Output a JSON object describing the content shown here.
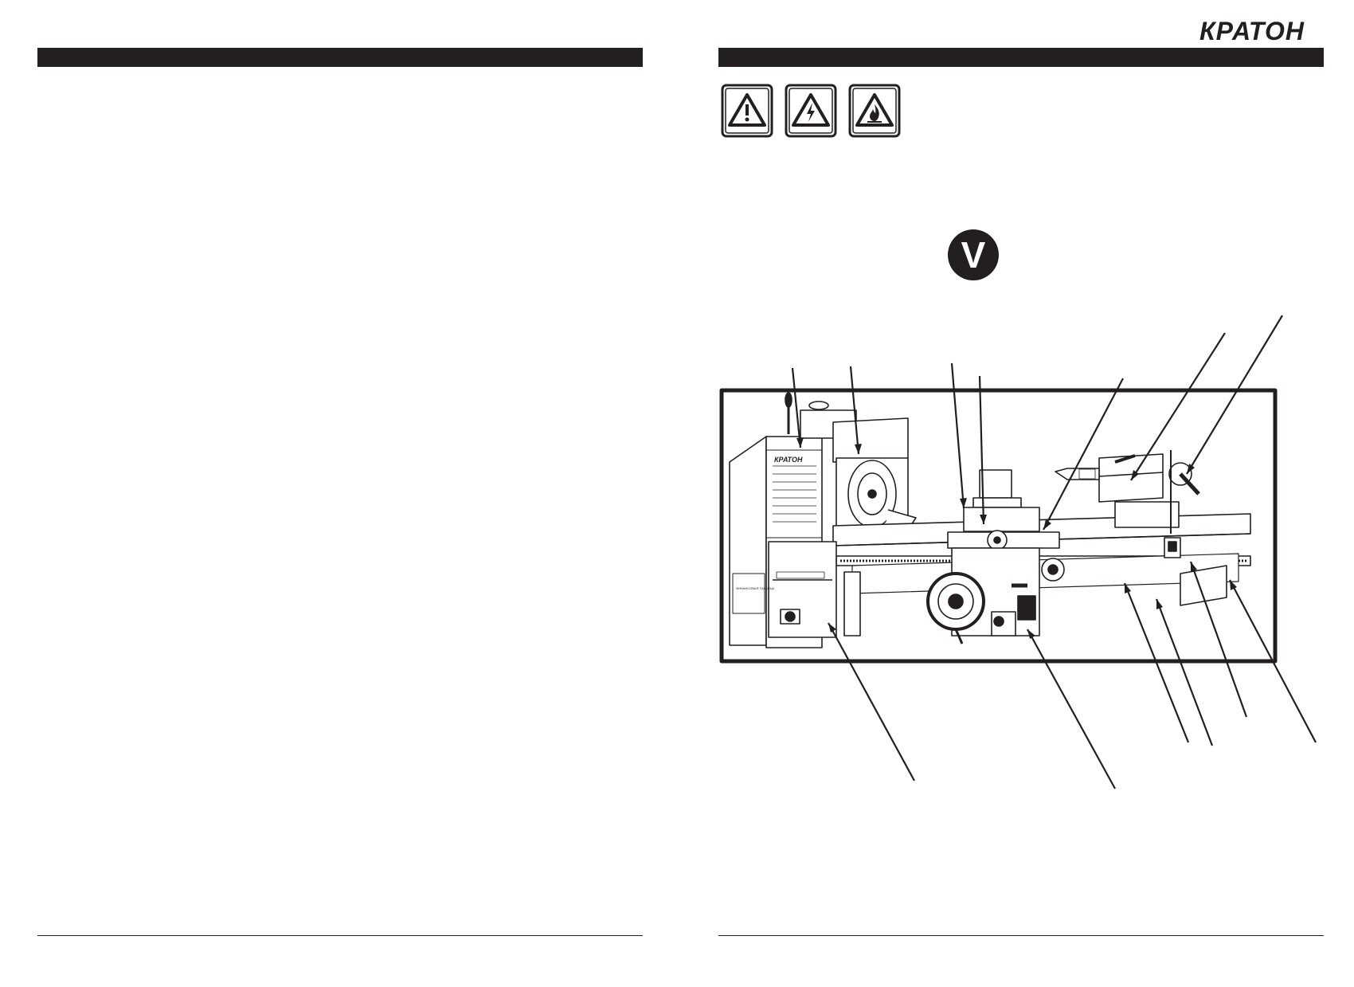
{
  "brand": {
    "logo_text": "КРАТОН"
  },
  "warnings": [
    {
      "icon": "general-warning-icon"
    },
    {
      "icon": "electric-shock-warning-icon"
    },
    {
      "icon": "fire-hazard-warning-icon"
    }
  ],
  "section_marker": "V",
  "figure": {
    "nameplate_text": "КРАТОН",
    "plate_label": "ФИНАНСОВАЯ ТАБЛИЦА"
  },
  "colors": {
    "ink": "#231f20",
    "paper": "#ffffff"
  }
}
